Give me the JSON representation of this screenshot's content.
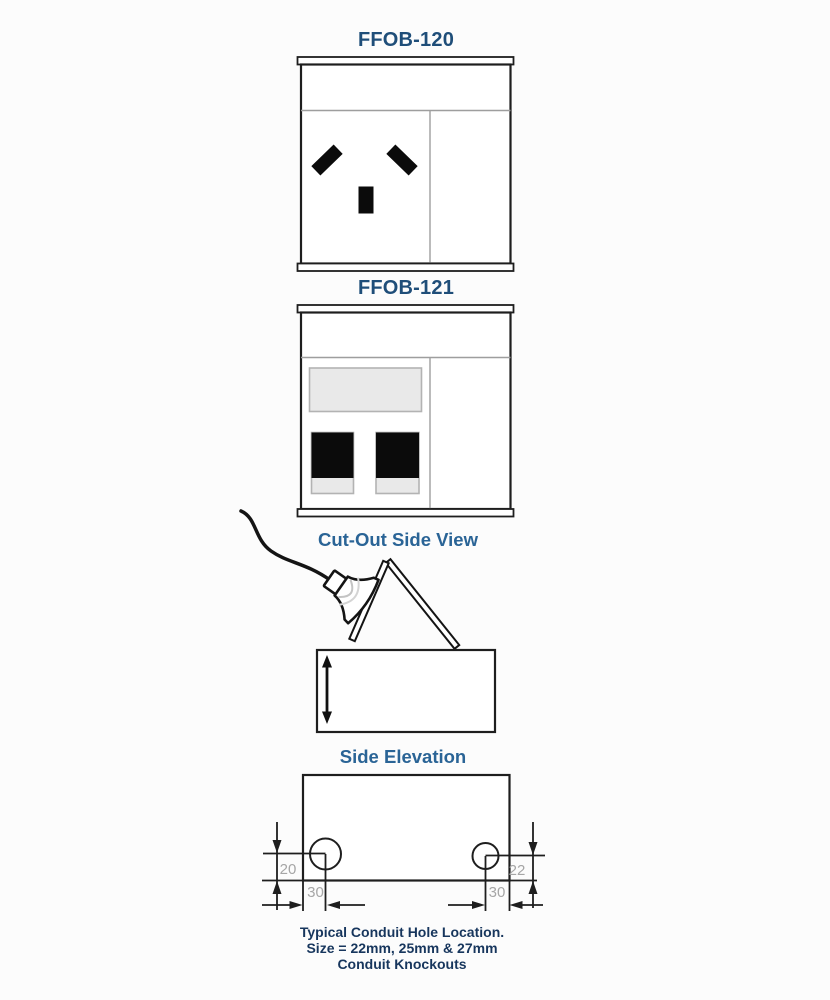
{
  "window": {
    "background": "#fcfcfc"
  },
  "colors": {
    "model_title_blue": "#1f4e79",
    "section_title_blue": "#2a6496",
    "caption_navy": "#17365d",
    "dimension_gray": "#a6a6a6",
    "line_black": "#1e1e1e",
    "divider_gray": "#9e9e9e",
    "panel_gray": "#e9e9e9",
    "slot_black": "#0b0b0b"
  },
  "diagrams": {
    "ffob120": {
      "title": "FFOB-120"
    },
    "ffob121": {
      "title": "FFOB-121"
    },
    "cutout": {
      "title": "Cut-Out Side View"
    },
    "side_elevation": {
      "title": "Side Elevation",
      "dims": {
        "left_vertical": "20",
        "left_horizontal": "30",
        "right_vertical": "22",
        "right_horizontal": "30"
      },
      "caption": {
        "line1": "Typical Conduit Hole Location.",
        "line2": "Size = 22mm, 25mm & 27mm",
        "line3": "Conduit Knockouts"
      }
    }
  }
}
